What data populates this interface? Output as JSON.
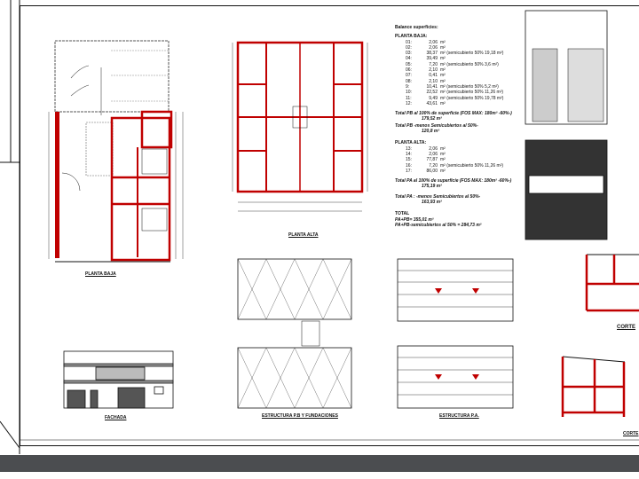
{
  "titles": {
    "planta_baja": "PLANTA BAJA",
    "planta_alta": "PLANTA ALTA",
    "fachada": "FACHADA",
    "estructura_pb": "ESTRUCTURA P.B Y FUNDACIONES",
    "estructura_pa": "ESTRUCTURA P.A.",
    "corte_1": "CORTE",
    "corte_2": "CORTE"
  },
  "balance": {
    "heading": "Balance superficies:",
    "planta_baja": {
      "heading": "PLANTA BAJA:",
      "rows": [
        {
          "n": "01:",
          "v": "2,06",
          "note": "m²"
        },
        {
          "n": "02:",
          "v": "2,06",
          "note": "m²"
        },
        {
          "n": "03:",
          "v": "38,37",
          "note": "m² (semicubierto 50% 19,18 m²)"
        },
        {
          "n": "04:",
          "v": "39,49",
          "note": "m²"
        },
        {
          "n": "05:",
          "v": "7,20",
          "note": "m² (semicubierto 50% 3,6 m²)"
        },
        {
          "n": "06:",
          "v": "2,10",
          "note": "m²"
        },
        {
          "n": "07:",
          "v": "0,41",
          "note": "m²"
        },
        {
          "n": "08:",
          "v": "2,10",
          "note": "m²"
        },
        {
          "n": "9:",
          "v": "10,41",
          "note": "m² (semicubierto 50% 5,2 m²)"
        },
        {
          "n": "10:",
          "v": "22,52",
          "note": "m² (semicubierto 50% 11,26 m²)"
        },
        {
          "n": "11:",
          "v": "9,49",
          "note": "m² (semicubierto 50% 19,78 m²)"
        },
        {
          "n": "12:",
          "v": "43,61",
          "note": "m²"
        }
      ],
      "total_label": "Total PB al 100% de superficie (FOS MAX: 180m² -60%-)",
      "total_value": "179,52 m²",
      "minus_label": "Total PB -menos Semicubiertos al 50%-",
      "minus_value": "120,8 m²"
    },
    "planta_alta": {
      "heading": "PLANTA ALTA:",
      "rows": [
        {
          "n": "13:",
          "v": "2,06",
          "note": "m²"
        },
        {
          "n": "14:",
          "v": "2,06",
          "note": "m²"
        },
        {
          "n": "15:",
          "v": "77,87",
          "note": "m²"
        },
        {
          "n": "16:",
          "v": "7,20",
          "note": "m² (semicubierto 50% 11,26 m²)"
        },
        {
          "n": "17:",
          "v": "86,00",
          "note": "m²"
        }
      ],
      "total_label": "Total PA al 100% de superficie (FOS MAX: 180m² -60%-)",
      "total_value": "175,19 m²",
      "minus_label": "Total PA : -menos Semicubiertos al 50%-",
      "minus_value": "163,93 m²"
    },
    "total": {
      "heading": "TOTAL",
      "line1": "PA+PB= 355,01 m²",
      "line2": "PA+PB-semicubiertos al 50% = 284,73 m²"
    }
  },
  "colors": {
    "wall": "#c00000",
    "line": "#111111",
    "bar": "#4b4d50"
  }
}
